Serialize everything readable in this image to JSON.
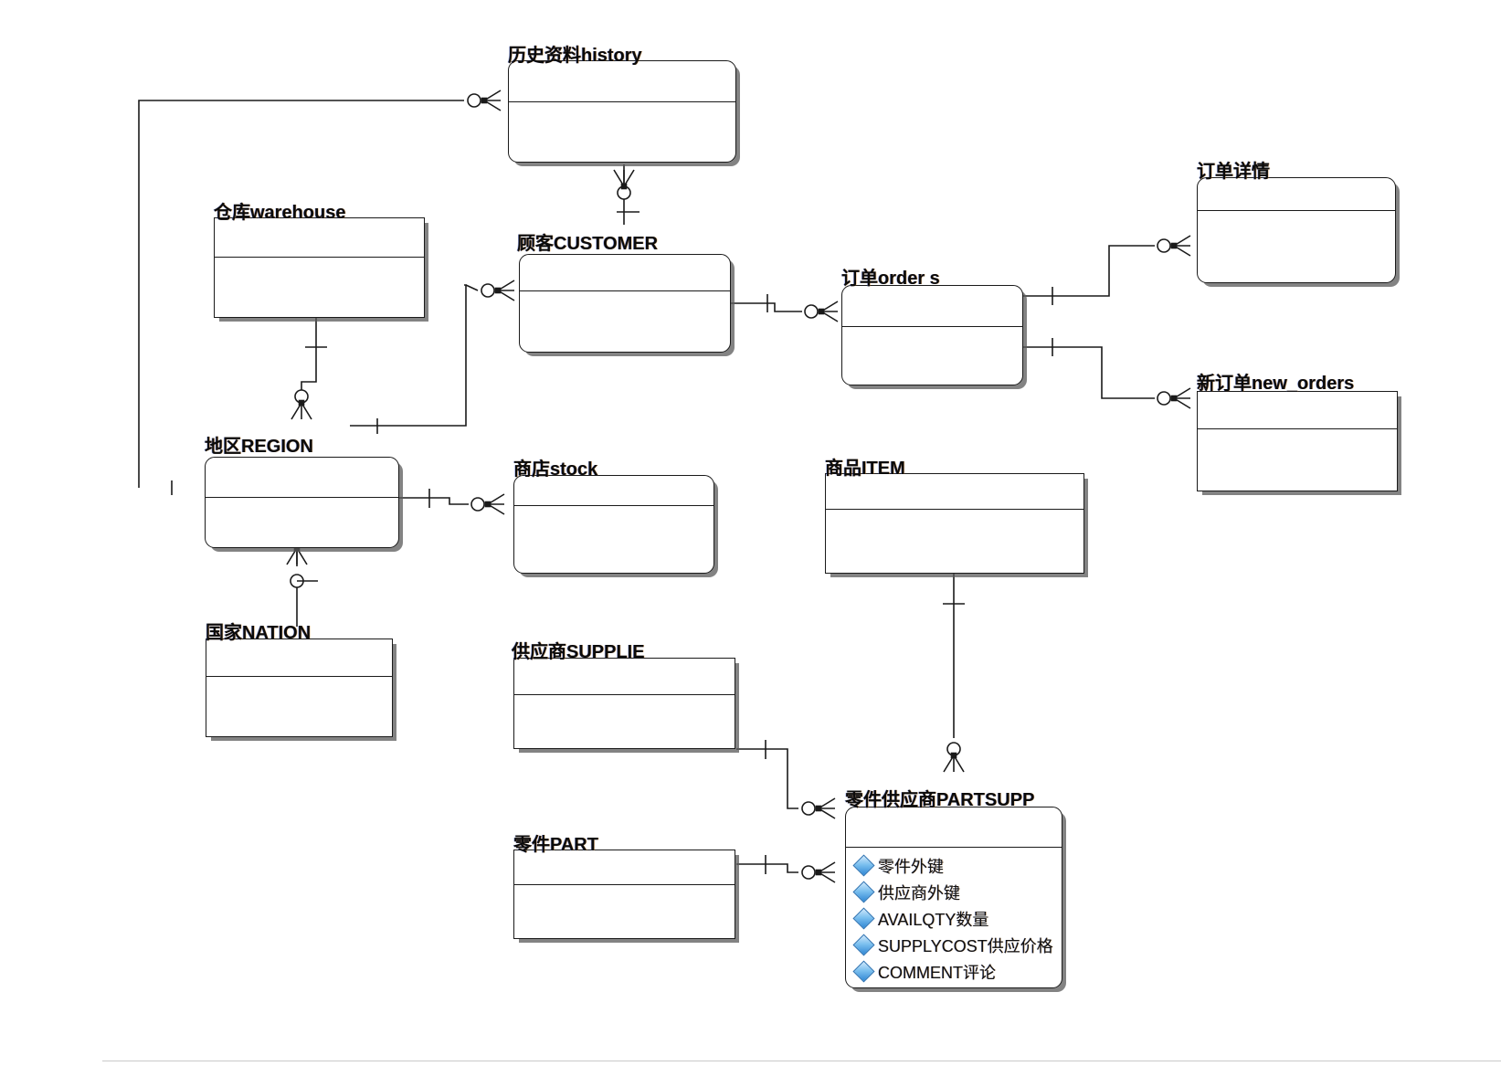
{
  "diagram": {
    "type": "er-diagram",
    "notation": "crow's-foot",
    "background": "#ffffff",
    "line_color": "#1a1a1a",
    "attribute_icon": "diamond-key-icon",
    "attribute_icon_color": "#2f87d4"
  },
  "entities": {
    "history": {
      "caption": "历史资料history"
    },
    "warehouse": {
      "caption": "仓库warehouse"
    },
    "customer": {
      "caption": "顾客CUSTOMER"
    },
    "orders": {
      "caption": "订单order s"
    },
    "order_detail": {
      "caption": "订单详情"
    },
    "new_orders": {
      "caption": "新订单new_orders"
    },
    "region": {
      "caption": "地区REGION"
    },
    "stock": {
      "caption": "商店stock"
    },
    "item": {
      "caption": "商品ITEM"
    },
    "nation": {
      "caption": "国家NATION"
    },
    "supplie": {
      "caption": "供应商SUPPLIE"
    },
    "part": {
      "caption": "零件PART"
    },
    "partsupp": {
      "caption": "零件供应商PARTSUPP",
      "attributes": [
        "零件外键",
        "供应商外键",
        "AVAILQTY数量",
        "SUPPLYCOST供应价格",
        "COMMENT评论"
      ]
    }
  }
}
